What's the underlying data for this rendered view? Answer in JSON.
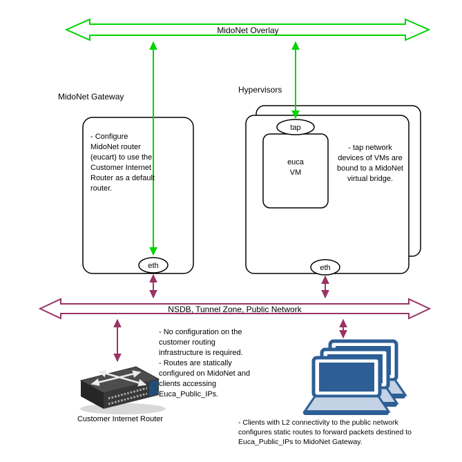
{
  "diagram": {
    "overlay_arrow_label": "MidoNet Overlay",
    "public_arrow_label": "NSDB, Tunnel Zone, Public Network"
  },
  "gateway": {
    "title": "MidoNet Gateway",
    "note": "- Configure\nMidoNet router\n(eucart) to use the\nCustomer Internet\nRouter as a default\nrouter.",
    "eth_label": "eth"
  },
  "hypervisors": {
    "title": "Hypervisors",
    "tap_label": "tap",
    "vm_label": "euca\nVM",
    "note": "- tap network\ndevices of VMs are\nbound to a MidoNet\nvirtual bridge.",
    "eth_label": "eth"
  },
  "customer_router": {
    "label": "Customer Internet Router",
    "note": "- No configuration on the\ncustomer routing\ninfrastructure is required.\n- Routes are statically\nconfigured on MidoNet and\nclients accessing\nEuca_Public_IPs."
  },
  "clients": {
    "note": "- Clients with L2 connectivity to the public network\nconfigures static routes to forward packets destined to\nEuca_Public_IPs to MidoNet Gateway."
  },
  "colors": {
    "overlay_green": "#00d500",
    "network_plum": "#993366",
    "laptop_blue": "#2d5f96"
  },
  "icons": {
    "router": "router-icon",
    "laptops": "laptops-icon",
    "tap_port": "tap-port-ellipse",
    "eth_port": "eth-port-ellipse"
  }
}
